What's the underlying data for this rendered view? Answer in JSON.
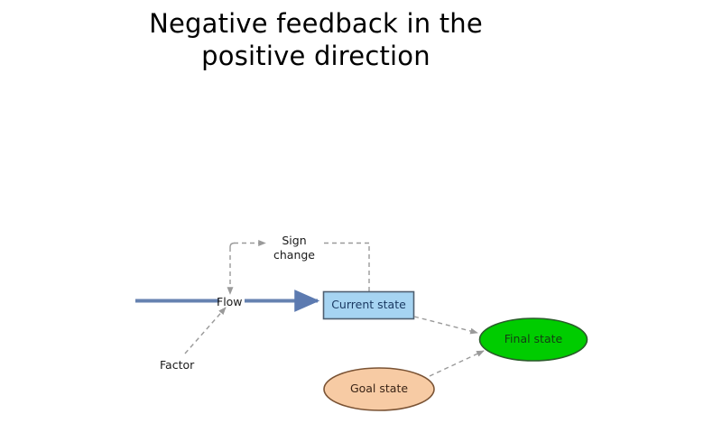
{
  "slide": {
    "background_color": "#ffffff",
    "title": {
      "line1": "Negative feedback in the",
      "line2": "positive direction",
      "color": "#000000"
    }
  },
  "diagram": {
    "type": "flow-diagram",
    "nodes": [
      {
        "id": "current-state",
        "label": "Current state",
        "shape": "rectangle",
        "fill": "#a6d4f2",
        "stroke": "#4f5f70",
        "text_color": "#1b3a63"
      },
      {
        "id": "final-state",
        "label": "Final state",
        "shape": "ellipse",
        "fill": "#00cc00",
        "stroke": "#2a5c2a",
        "text_color": "#143d14"
      },
      {
        "id": "goal-state",
        "label": "Goal state",
        "shape": "ellipse",
        "fill": "#f7cba4",
        "stroke": "#7a5334",
        "text_color": "#3a2416"
      }
    ],
    "edges": [
      {
        "id": "inflow-arrow",
        "label": "Flow",
        "style": "solid",
        "color": "#6682b0",
        "from": "inflow-source",
        "to": "current-state"
      },
      {
        "id": "feedback-loop",
        "label": "Sign change",
        "style": "dashed",
        "color": "#9a9a9a",
        "from": "current-state",
        "to": "flow-junction"
      },
      {
        "id": "factor-edge",
        "label": "Factor",
        "style": "dashed",
        "color": "#9a9a9a",
        "from": "factor",
        "to": "flow-junction"
      },
      {
        "id": "current-to-final",
        "label": "",
        "style": "dashed",
        "color": "#9a9a9a",
        "from": "current-state",
        "to": "final-state"
      },
      {
        "id": "goal-to-final",
        "label": "",
        "style": "dashed",
        "color": "#9a9a9a",
        "from": "goal-state",
        "to": "final-state"
      }
    ],
    "labels": {
      "flow": "Flow",
      "factor": "Factor",
      "sign_change_line1": "Sign",
      "sign_change_line2": "change"
    }
  }
}
